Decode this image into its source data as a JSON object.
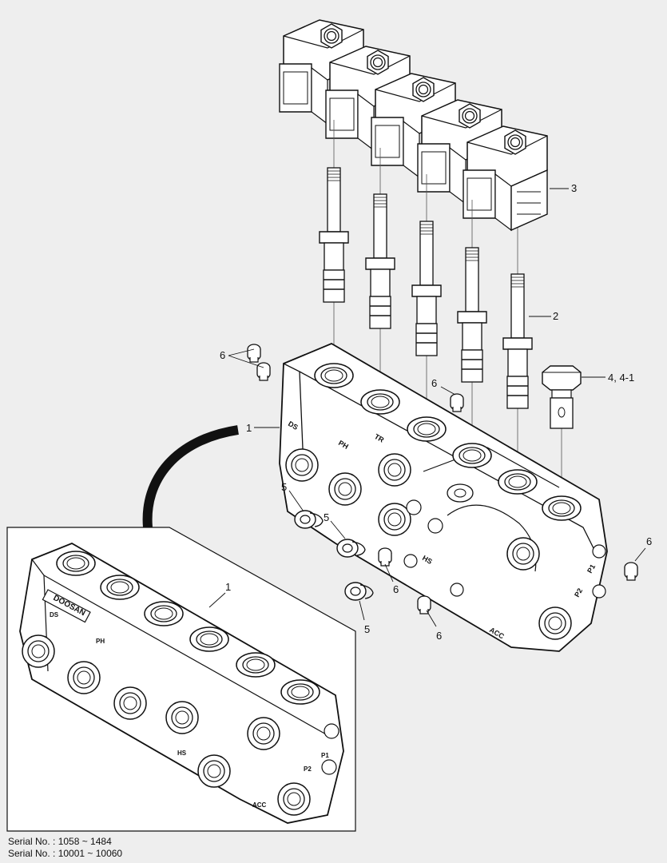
{
  "callouts": {
    "c1": "1",
    "c1_inset": "1",
    "c2": "2",
    "c3": "3",
    "c4": "4, 4-1",
    "c5a": "5",
    "c5b": "5",
    "c5c": "5",
    "c6a": "6",
    "c6b": "6",
    "c6c": "6",
    "c6d": "6",
    "c6e": "6"
  },
  "stamps": {
    "brand": "DOOSAN",
    "ds": "DS",
    "ph": "PH",
    "p1": "P1",
    "p2": "P2",
    "acc": "ACC",
    "hs": "HS",
    "tr": "TR"
  },
  "serial_numbers": [
    "Serial No. : 1058 ~ 1484",
    "Serial No. : 10001 ~ 10060"
  ]
}
